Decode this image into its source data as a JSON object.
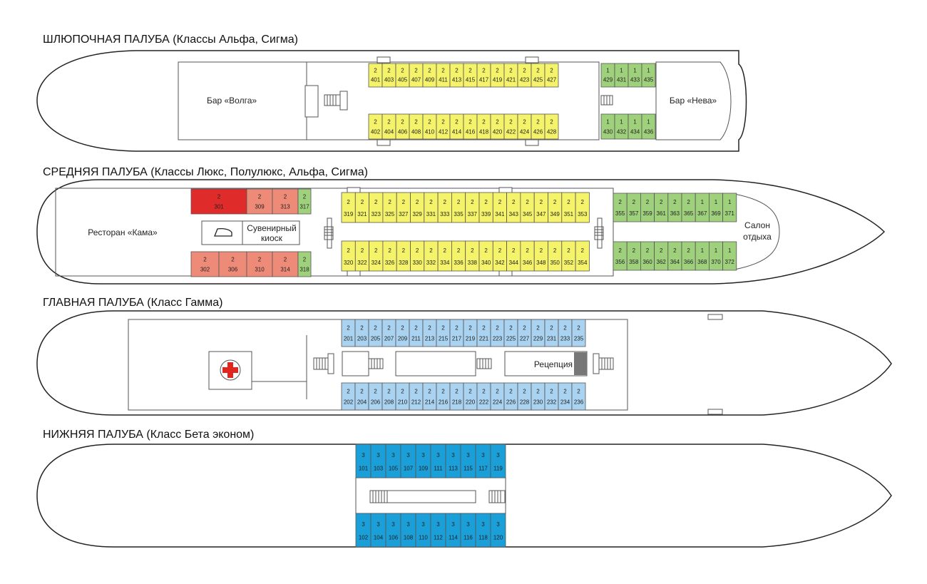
{
  "decks": {
    "boat": {
      "title": "ШЛЮПОЧНАЯ ПАЛУБА (Классы Альфа, Сигма)",
      "areas": {
        "bar_left": "Бар «Волга»",
        "bar_right": "Бар «Нева»"
      },
      "cabins_top": [
        {
          "n": "401",
          "c": "2"
        },
        {
          "n": "403",
          "c": "2"
        },
        {
          "n": "405",
          "c": "2"
        },
        {
          "n": "407",
          "c": "2"
        },
        {
          "n": "409",
          "c": "2"
        },
        {
          "n": "411",
          "c": "2"
        },
        {
          "n": "413",
          "c": "2"
        },
        {
          "n": "415",
          "c": "2"
        },
        {
          "n": "417",
          "c": "2"
        },
        {
          "n": "419",
          "c": "2"
        },
        {
          "n": "421",
          "c": "2"
        },
        {
          "n": "423",
          "c": "2"
        },
        {
          "n": "425",
          "c": "2"
        },
        {
          "n": "427",
          "c": "2"
        }
      ],
      "cabins_bottom": [
        {
          "n": "402",
          "c": "2"
        },
        {
          "n": "404",
          "c": "2"
        },
        {
          "n": "406",
          "c": "2"
        },
        {
          "n": "408",
          "c": "2"
        },
        {
          "n": "410",
          "c": "2"
        },
        {
          "n": "412",
          "c": "2"
        },
        {
          "n": "414",
          "c": "2"
        },
        {
          "n": "416",
          "c": "2"
        },
        {
          "n": "418",
          "c": "2"
        },
        {
          "n": "420",
          "c": "2"
        },
        {
          "n": "422",
          "c": "2"
        },
        {
          "n": "424",
          "c": "2"
        },
        {
          "n": "426",
          "c": "2"
        },
        {
          "n": "428",
          "c": "2"
        }
      ],
      "cabins_top_right": [
        {
          "n": "429",
          "c": "1"
        },
        {
          "n": "431",
          "c": "1"
        },
        {
          "n": "433",
          "c": "1"
        },
        {
          "n": "435",
          "c": "1"
        }
      ],
      "cabins_bottom_right": [
        {
          "n": "430",
          "c": "1"
        },
        {
          "n": "432",
          "c": "1"
        },
        {
          "n": "434",
          "c": "1"
        },
        {
          "n": "436",
          "c": "1"
        }
      ]
    },
    "middle": {
      "title": "СРЕДНЯЯ ПАЛУБА (Классы Люкс, Полулюкс, Альфа, Сигма)",
      "areas": {
        "restaurant": "Ресторан «Кама»",
        "kiosk_line1": "Сувенирный",
        "kiosk_line2": "киоск",
        "salon_line1": "Салон",
        "salon_line2": "отдыха"
      },
      "suites_top": [
        {
          "n": "301",
          "c": "2"
        },
        {
          "n": "309",
          "c": "2"
        },
        {
          "n": "313",
          "c": "2"
        },
        {
          "n": "317",
          "c": "2"
        }
      ],
      "suites_bottom": [
        {
          "n": "302",
          "c": "2"
        },
        {
          "n": "306",
          "c": "2"
        },
        {
          "n": "310",
          "c": "2"
        },
        {
          "n": "314",
          "c": "2"
        },
        {
          "n": "318",
          "c": "2"
        }
      ],
      "cabins_top": [
        {
          "n": "319",
          "c": "2"
        },
        {
          "n": "321",
          "c": "2"
        },
        {
          "n": "323",
          "c": "2"
        },
        {
          "n": "325",
          "c": "2"
        },
        {
          "n": "327",
          "c": "2"
        },
        {
          "n": "329",
          "c": "2"
        },
        {
          "n": "331",
          "c": "2"
        },
        {
          "n": "333",
          "c": "2"
        },
        {
          "n": "335",
          "c": "2"
        },
        {
          "n": "337",
          "c": "2"
        },
        {
          "n": "339",
          "c": "2"
        },
        {
          "n": "341",
          "c": "2"
        },
        {
          "n": "343",
          "c": "2"
        },
        {
          "n": "345",
          "c": "2"
        },
        {
          "n": "347",
          "c": "2"
        },
        {
          "n": "349",
          "c": "2"
        },
        {
          "n": "351",
          "c": "2"
        },
        {
          "n": "353",
          "c": "2"
        }
      ],
      "cabins_bottom": [
        {
          "n": "320",
          "c": "2"
        },
        {
          "n": "322",
          "c": "2"
        },
        {
          "n": "324",
          "c": "2"
        },
        {
          "n": "326",
          "c": "2"
        },
        {
          "n": "328",
          "c": "2"
        },
        {
          "n": "330",
          "c": "2"
        },
        {
          "n": "332",
          "c": "2"
        },
        {
          "n": "334",
          "c": "2"
        },
        {
          "n": "336",
          "c": "2"
        },
        {
          "n": "338",
          "c": "2"
        },
        {
          "n": "340",
          "c": "2"
        },
        {
          "n": "342",
          "c": "2"
        },
        {
          "n": "344",
          "c": "2"
        },
        {
          "n": "346",
          "c": "2"
        },
        {
          "n": "348",
          "c": "2"
        },
        {
          "n": "350",
          "c": "2"
        },
        {
          "n": "352",
          "c": "2"
        },
        {
          "n": "354",
          "c": "2"
        }
      ],
      "cabins_top_right": [
        {
          "n": "355",
          "c": "2"
        },
        {
          "n": "357",
          "c": "2"
        },
        {
          "n": "359",
          "c": "2"
        },
        {
          "n": "361",
          "c": "2"
        },
        {
          "n": "363",
          "c": "2"
        },
        {
          "n": "365",
          "c": "2"
        },
        {
          "n": "367",
          "c": "1"
        },
        {
          "n": "369",
          "c": "1"
        },
        {
          "n": "371",
          "c": "1"
        }
      ],
      "cabins_bottom_right": [
        {
          "n": "356",
          "c": "2"
        },
        {
          "n": "358",
          "c": "2"
        },
        {
          "n": "360",
          "c": "2"
        },
        {
          "n": "362",
          "c": "2"
        },
        {
          "n": "364",
          "c": "2"
        },
        {
          "n": "366",
          "c": "2"
        },
        {
          "n": "368",
          "c": "1"
        },
        {
          "n": "370",
          "c": "1"
        },
        {
          "n": "372",
          "c": "1"
        }
      ]
    },
    "main": {
      "title": "ГЛАВНАЯ ПАЛУБА (Класс Гамма)",
      "areas": {
        "reception": "Рецепция"
      },
      "cabins_top": [
        {
          "n": "201",
          "c": "2"
        },
        {
          "n": "203",
          "c": "2"
        },
        {
          "n": "205",
          "c": "2"
        },
        {
          "n": "207",
          "c": "2"
        },
        {
          "n": "209",
          "c": "2"
        },
        {
          "n": "211",
          "c": "2"
        },
        {
          "n": "213",
          "c": "2"
        },
        {
          "n": "215",
          "c": "2"
        },
        {
          "n": "217",
          "c": "2"
        },
        {
          "n": "219",
          "c": "2"
        },
        {
          "n": "221",
          "c": "2"
        },
        {
          "n": "223",
          "c": "2"
        },
        {
          "n": "225",
          "c": "2"
        },
        {
          "n": "227",
          "c": "2"
        },
        {
          "n": "229",
          "c": "2"
        },
        {
          "n": "231",
          "c": "2"
        },
        {
          "n": "233",
          "c": "2"
        },
        {
          "n": "235",
          "c": "2"
        }
      ],
      "cabins_bottom": [
        {
          "n": "202",
          "c": "2"
        },
        {
          "n": "204",
          "c": "2"
        },
        {
          "n": "206",
          "c": "2"
        },
        {
          "n": "208",
          "c": "2"
        },
        {
          "n": "210",
          "c": "2"
        },
        {
          "n": "212",
          "c": "2"
        },
        {
          "n": "214",
          "c": "2"
        },
        {
          "n": "216",
          "c": "2"
        },
        {
          "n": "218",
          "c": "2"
        },
        {
          "n": "220",
          "c": "2"
        },
        {
          "n": "222",
          "c": "2"
        },
        {
          "n": "224",
          "c": "2"
        },
        {
          "n": "226",
          "c": "2"
        },
        {
          "n": "228",
          "c": "2"
        },
        {
          "n": "230",
          "c": "2"
        },
        {
          "n": "232",
          "c": "2"
        },
        {
          "n": "234",
          "c": "2"
        },
        {
          "n": "236",
          "c": "2"
        }
      ]
    },
    "lower": {
      "title": "НИЖНЯЯ ПАЛУБА (Класс Бета эконом)",
      "cabins_top": [
        {
          "n": "101",
          "c": "3"
        },
        {
          "n": "103",
          "c": "3"
        },
        {
          "n": "105",
          "c": "3"
        },
        {
          "n": "107",
          "c": "3"
        },
        {
          "n": "109",
          "c": "3"
        },
        {
          "n": "111",
          "c": "3"
        },
        {
          "n": "113",
          "c": "3"
        },
        {
          "n": "115",
          "c": "3"
        },
        {
          "n": "117",
          "c": "3"
        },
        {
          "n": "119",
          "c": "3"
        }
      ],
      "cabins_bottom": [
        {
          "n": "102",
          "c": "3"
        },
        {
          "n": "104",
          "c": "3"
        },
        {
          "n": "106",
          "c": "3"
        },
        {
          "n": "108",
          "c": "3"
        },
        {
          "n": "110",
          "c": "3"
        },
        {
          "n": "112",
          "c": "3"
        },
        {
          "n": "114",
          "c": "3"
        },
        {
          "n": "116",
          "c": "3"
        },
        {
          "n": "118",
          "c": "3"
        },
        {
          "n": "120",
          "c": "3"
        }
      ]
    }
  },
  "colors": {
    "yellow": "#f5f36a",
    "green": "#9fd17c",
    "red": "#e02b2b",
    "salmon": "#ee8a78",
    "light_blue": "#a9d3f0",
    "blue": "#1a9fd8",
    "medical_red": "#e0261e",
    "reception_grey": "#777777"
  }
}
